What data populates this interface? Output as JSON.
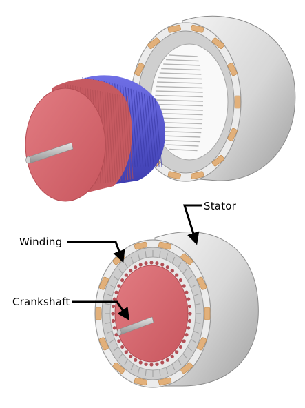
{
  "labels": {
    "stator": "Stator",
    "winding": "Winding",
    "crankshaft": "Crankshaft"
  },
  "colors": {
    "rotor_red": "#d9686e",
    "rotor_red_dark": "#b24e55",
    "rotor_blue": "#5a5ad6",
    "rotor_blue_dark": "#3b3ba8",
    "stator_gray": "#dcdcdc",
    "stator_gray_dark": "#a9a9a9",
    "winding_copper": "#e2b07a",
    "shaft_gray": "#b9b9b9",
    "arrow": "#000000"
  },
  "icons": {
    "arrow": "arrow-icon"
  }
}
